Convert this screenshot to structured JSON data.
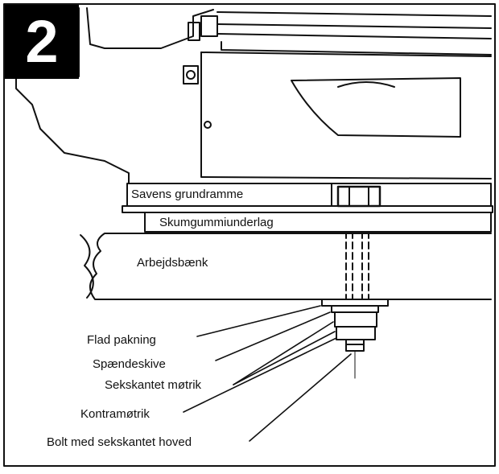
{
  "step_number": "2",
  "labels": {
    "saw_frame": "Savens grundramme",
    "foam_pad": "Skumgummiunderlag",
    "workbench": "Arbejdsbænk",
    "flat_washer": "Flad pakning",
    "spring_washer": "Spændeskive",
    "hex_nut": "Sekskantet møtrik",
    "lock_nut": "Kontramøtrik",
    "hex_bolt": "Bolt med sekskantet hoved"
  }
}
